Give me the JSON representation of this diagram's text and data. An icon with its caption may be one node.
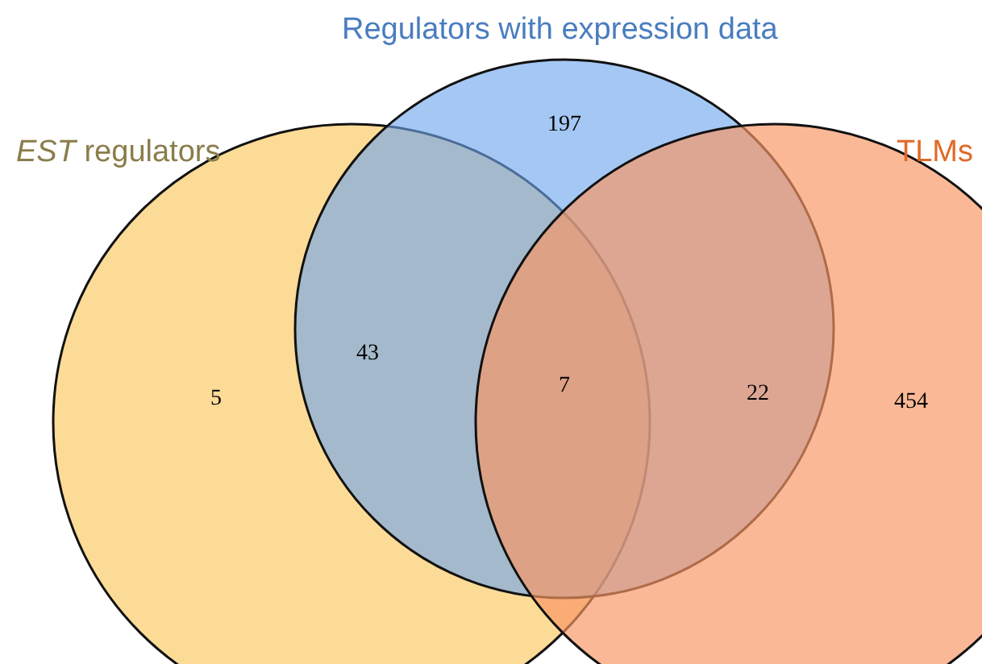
{
  "diagram": {
    "nodes": [
      {
        "text": [
          "*EST* regulators"
        ]
      },
      {
        "text": [
          "Regulators with expression data"
        ]
      },
      {
        "text": [
          "TLMs"
        ]
      }
    ],
    "labels": [
      "197",
      "5",
      "43",
      "7",
      "22",
      "454"
    ]
  }
}
